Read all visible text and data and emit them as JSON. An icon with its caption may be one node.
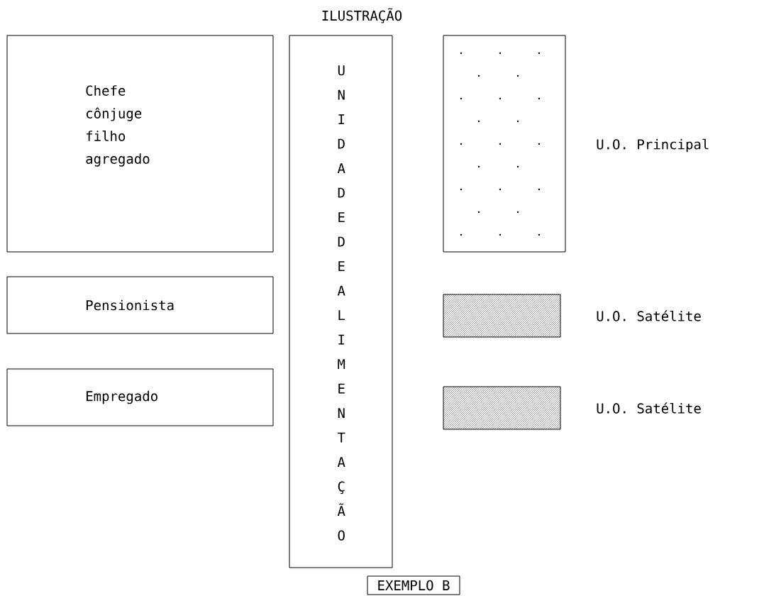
{
  "diagram": {
    "title": "ILUSTRAÇÃO",
    "nodes": [
      {
        "text": [
          "Chefe cônjuge filho agregado"
        ]
      },
      {
        "text": [
          "Pensionista"
        ]
      },
      {
        "text": [
          "Empregado"
        ]
      },
      {
        "text": [
          "UNIDADE DE ALIMENTAÇÃO"
        ]
      },
      {
        "text": [],
        "shape": "box",
        "beside": [
          "U.O. Principal"
        ]
      },
      {
        "text": [],
        "shape": "box",
        "beside": [
          "U.O. Satélite"
        ]
      },
      {
        "text": [],
        "shape": "box",
        "beside": [
          "U.O. Satélite"
        ]
      },
      {
        "text": [
          "EXEMPLO B"
        ]
      }
    ]
  }
}
